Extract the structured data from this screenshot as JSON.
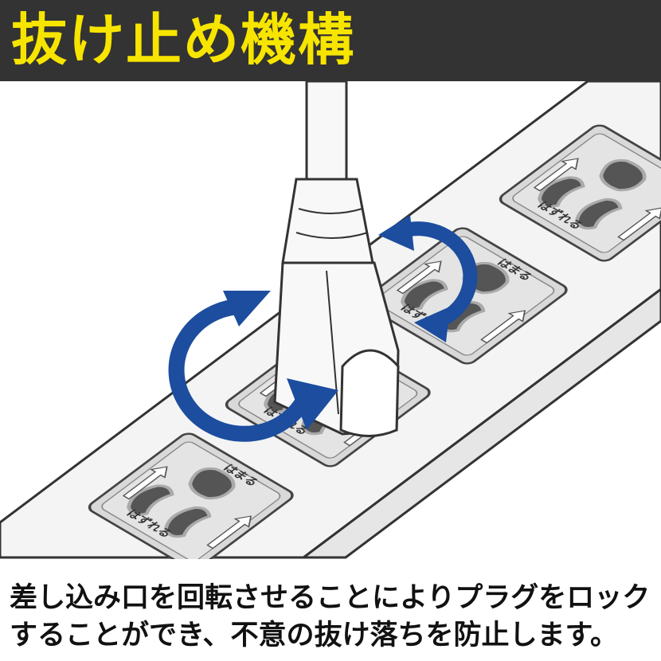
{
  "header": {
    "title": "抜け止め機構"
  },
  "illustration": {
    "socket_labels": {
      "lock": "はまる",
      "release": "はずれる"
    },
    "colors": {
      "header_bg": "#333333",
      "title": "#f7e500",
      "arrow": "#1c4d9e",
      "socket_face": "#d8d8d8",
      "slot": "#555555"
    }
  },
  "caption": {
    "line1": "差し込み口を回転させることによりプラグをロック",
    "line2": "することができ、不意の抜け落ちを防止します。"
  }
}
